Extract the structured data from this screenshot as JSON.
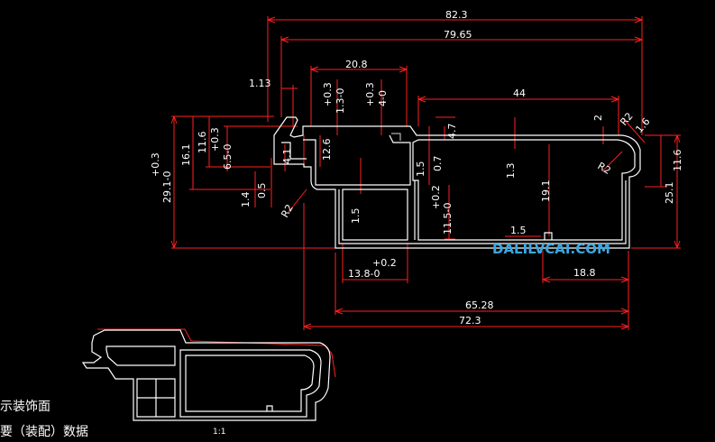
{
  "dimensions": {
    "overall_width_82_3": "82.3",
    "width_79_65": "79.65",
    "slot_20_8": "20.8",
    "width_44": "44",
    "tol_1_13": "1.13",
    "tol_a": "+0.3",
    "tol_a2": "1.3-0",
    "tol_b": "+0.3",
    "tol_b2": "4-0",
    "r2_top": "R2",
    "d_1_6": "1.6",
    "d_2": "2",
    "d_4_7": "4.7",
    "height_29_1": "29.1-0",
    "height_29_1_tol": "+0.3",
    "h_16_1": "16.1",
    "h_11_6_left": "11.6",
    "h_6_5": "6.5-0",
    "h_6_5_tol": "+0.3",
    "h_4_1": "4.1",
    "h_12_6": "12.6",
    "h_1_5a": "1.5",
    "h_0_7": "0.7",
    "h_1_3": "1.3",
    "h_19_1": "19.1",
    "h_11_6_right": "11.6",
    "h_25_1": "25.1",
    "r2_right": "R2",
    "h_1_4": "1.4",
    "h_0_5": "0.5",
    "r2_left": "R2",
    "h_1_5b": "1.5",
    "h_11_5": "11.5-0",
    "h_11_5_tol": "+0.2",
    "w_1_5": "1.5",
    "w_13_8_tol": "+0.2",
    "w_13_8": "13.8-0",
    "w_18_8": "18.8",
    "w_65_28": "65.28",
    "w_72_3": "72.3"
  },
  "watermark": "DALILVCAI.COM",
  "notes": {
    "line1": "示装饰面",
    "line2": "要（装配）数据"
  },
  "scale_label": "1:1"
}
